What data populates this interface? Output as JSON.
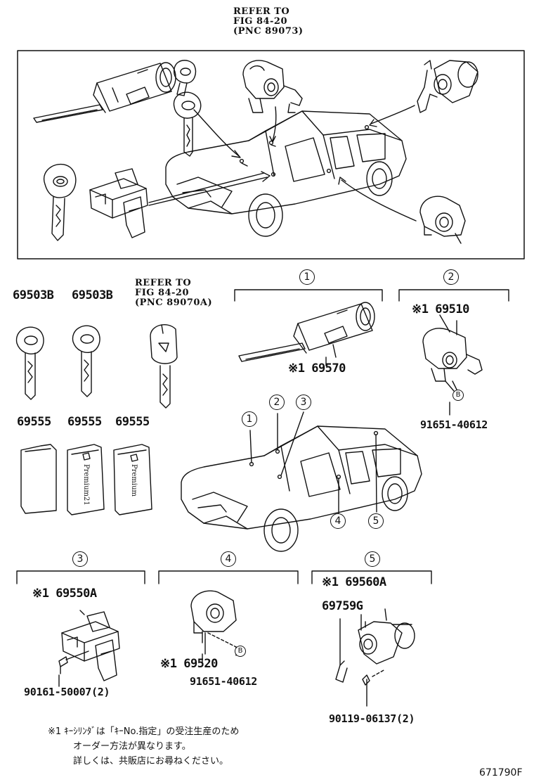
{
  "refs": {
    "top": [
      "REFER TO",
      "FIG 84-20",
      "(PNC 89073)"
    ],
    "mid": [
      "REFER TO",
      "FIG 84-20",
      "(PNC 89070A)"
    ]
  },
  "keys": [
    "69503B",
    "69503B"
  ],
  "cards": {
    "numbers": [
      "69555",
      "69555",
      "69555"
    ],
    "labels": [
      "Premium21",
      "Premium"
    ]
  },
  "callouts": {
    "c1": "1",
    "c2": "2",
    "c3": "3",
    "c4": "4",
    "c5": "5",
    "b": "B"
  },
  "parts": {
    "p1": "※1 69570",
    "p2a": "※1 69510",
    "p2b": "91651-40612",
    "p3a": "※1 69550A",
    "p3b": "90161-50007(2)",
    "p4a": "※1 69520",
    "p4b": "91651-40612",
    "p5a": "※1 69560A",
    "p5b": "69759G",
    "p5c": "90119-06137(2)"
  },
  "note": [
    "※1 ｷｰｼﾘﾝﾀﾞは「ｷｰNo.指定」の受注生産のため",
    "オーダー方法が異なります。",
    "詳しくは、共販店にお尋ねください。"
  ],
  "figure_id": "671790F"
}
